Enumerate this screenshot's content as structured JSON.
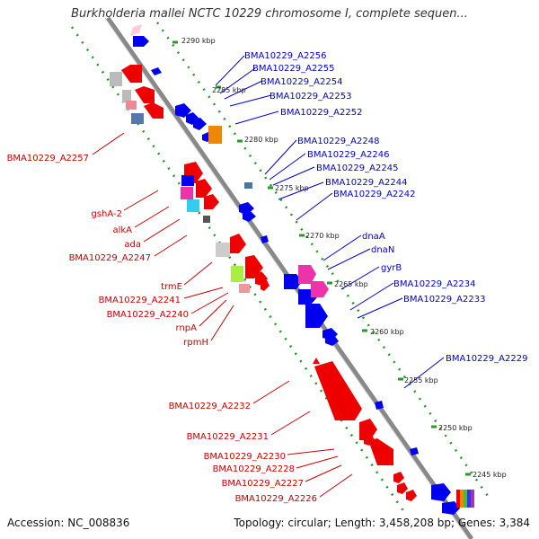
{
  "title": "Burkholderia mallei NCTC 10229 chromosome I, complete sequen...",
  "footer": {
    "accession": "Accession: NC_008836",
    "summary": "Topology: circular; Length: 3,458,208 bp; Genes: 3,384"
  },
  "ticks": [
    "2290 kbp",
    "2285 kbp",
    "2280 kbp",
    "2275 kbp",
    "2270 kbp",
    "2265 kbp",
    "2260 kbp",
    "2255 kbp",
    "2250 kbp",
    "2245 kbp"
  ],
  "forward_labels": [
    "BMA10229_A2256",
    "BMA10229_A2255",
    "BMA10229_A2254",
    "BMA10229_A2253",
    "BMA10229_A2252",
    "BMA10229_A2248",
    "BMA10229_A2246",
    "BMA10229_A2245",
    "BMA10229_A2244",
    "BMA10229_A2242",
    "dnaA",
    "dnaN",
    "gyrB",
    "BMA10229_A2234",
    "BMA10229_A2233",
    "BMA10229_A2229"
  ],
  "reverse_labels": [
    "BMA10229_A2257",
    "gshA-2",
    "alkA",
    "ada",
    "BMA10229_A2247",
    "trmE",
    "BMA10229_A2241",
    "BMA10229_A2240",
    "rnpA",
    "rpmH",
    "BMA10229_A2232",
    "BMA10229_A2231",
    "BMA10229_A2230",
    "BMA10229_A2228",
    "BMA10229_A2227",
    "BMA10229_A2226"
  ],
  "colors": {
    "forward": "#0000ee",
    "reverse": "#ee0000",
    "backbone": "#8a8a8a",
    "dots": "#2a9a2a"
  }
}
